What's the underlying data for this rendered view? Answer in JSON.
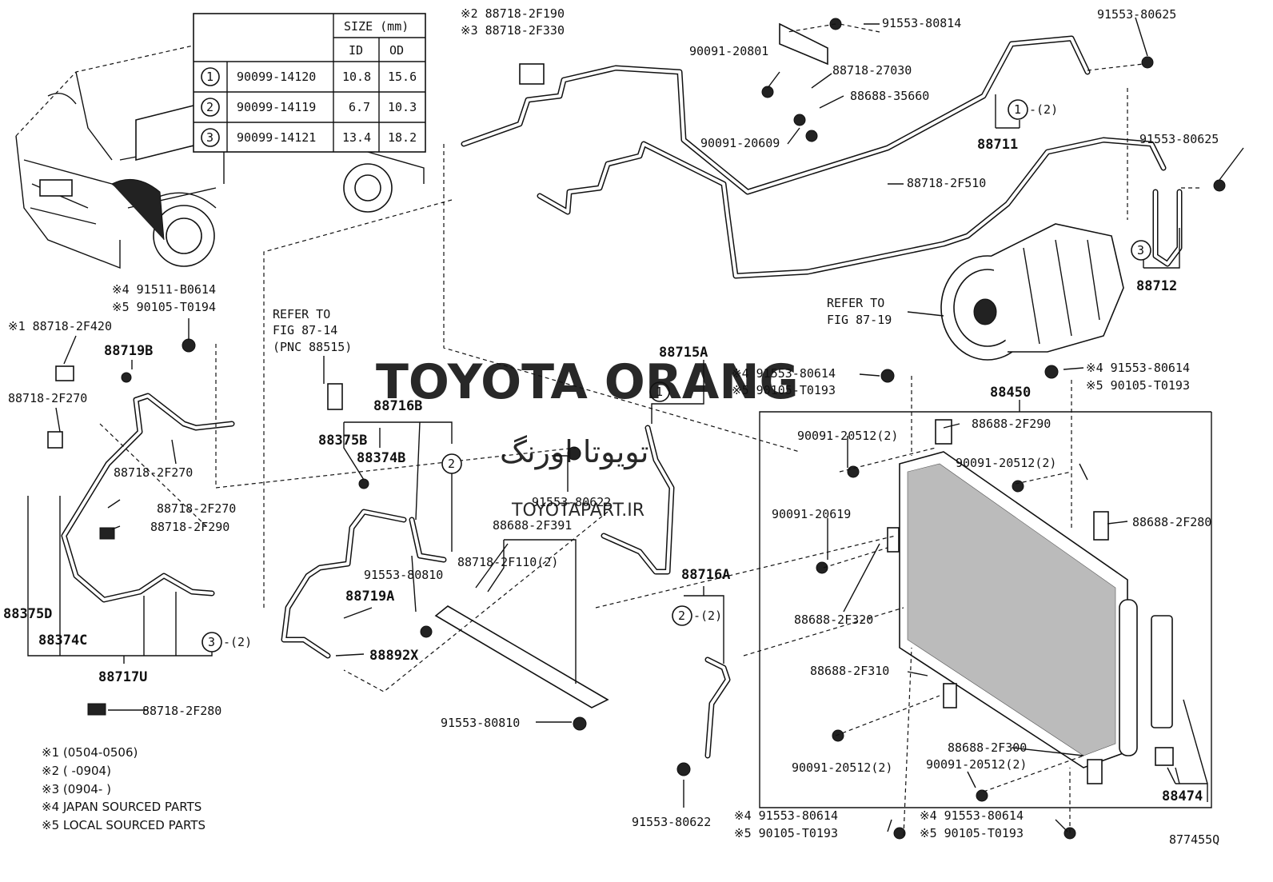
{
  "size_table": {
    "header": "SIZE (mm)",
    "col_id": "ID",
    "col_od": "OD",
    "rows": [
      {
        "num": "1",
        "part": "90099-14120",
        "id": "10.8",
        "od": "15.6"
      },
      {
        "num": "2",
        "part": "90099-14119",
        "id": "6.7",
        "od": "10.3"
      },
      {
        "num": "3",
        "part": "90099-14121",
        "id": "13.4",
        "od": "18.2"
      }
    ]
  },
  "labels": {
    "l_88718_2F190": "※2 88718-2F190",
    "l_88718_2F330": "※3 88718-2F330",
    "l_91553_80814": "91553-80814",
    "l_91553_80625a": "91553-80625",
    "l_90091_20801": "90091-20801",
    "l_88718_27030": "88718-27030",
    "l_88688_35660": "88688-35660",
    "l_90091_20609": "90091-20609",
    "l_88711": "88711",
    "l_c1_2": "-(2)",
    "l_91553_80625b": "91553-80625",
    "l_88718_2F510": "88718-2F510",
    "l_88712": "88712",
    "l_refer1": "REFER TO",
    "l_refer1b": "FIG 87-19",
    "l_x4_91511": "※4 91511-B0614",
    "l_x5_90105": "※5 90105-T0194",
    "l_x1_88718": "※1 88718-2F420",
    "l_88719B": "88719B",
    "l_88718_2F270a": "88718-2F270",
    "l_88718_2F270b": "88718-2F270",
    "l_88718_2F270c": "88718-2F270",
    "l_88718_2F290": "88718-2F290",
    "l_88375D": "88375D",
    "l_88374C": "88374C",
    "l_88717U": "88717U",
    "l_c3_2": "-(2)",
    "l_88718_2F280a": "88718-2F280",
    "l_refer2a": "REFER TO",
    "l_refer2b": "FIG 87-14",
    "l_refer2c": "(PNC 88515)",
    "l_88716B": "88716B",
    "l_88375B": "88375B",
    "l_88374B": "88374B",
    "l_91553_80622a": "91553-80622",
    "l_88688_2F391": "88688-2F391",
    "l_88718_2F110": "88718-2F110(2)",
    "l_91553_80810a": "91553-80810",
    "l_88719A": "88719A",
    "l_88892X": "88892X",
    "l_91553_80810b": "91553-80810",
    "l_88715A": "88715A",
    "l_88716A": "88716A",
    "l_c2_2": "-(2)",
    "l_91553_80622b": "91553-80622",
    "l_x4_80614a": "※4 91553-80614",
    "l_x5_T0193a": "※5 90105-T0193",
    "l_x4_80614b": "※4 91553-80614",
    "l_x5_T0193b": "※5 90105-T0193",
    "l_88450": "88450",
    "l_88688_2F290": "88688-2F290",
    "l_90091_20512a": "90091-20512(2)",
    "l_90091_20512b": "90091-20512(2)",
    "l_90091_20619": "90091-20619",
    "l_88688_2F280": "88688-2F280",
    "l_88688_2F320": "88688-2F320",
    "l_88688_2F310": "88688-2F310",
    "l_88688_2F300": "88688-2F300",
    "l_90091_20512c": "90091-20512(2)",
    "l_90091_20512d": "90091-20512(2)",
    "l_88474": "88474",
    "l_x4_80614c": "※4 91553-80614",
    "l_x5_T0193c": "※5 90105-T0193",
    "l_x4_80614d": "※4 91553-80614",
    "l_x5_T0193d": "※5 90105-T0193",
    "fig_code": "877455Q"
  },
  "callouts": {
    "c1": "1",
    "c2": "2",
    "c3": "3"
  },
  "footnotes": [
    "※1 (0504-0506)",
    "※2 (        -0904)",
    "※3 (0904-        )",
    "※4 JAPAN SOURCED PARTS",
    "※5 LOCAL SOURCED PARTS"
  ],
  "watermark": {
    "brand": "TOYOTA ORANG",
    "persian": "تویوتا اورنگ",
    "site": "TOYOTAPART.IR",
    "color": "#f2a0a8"
  }
}
